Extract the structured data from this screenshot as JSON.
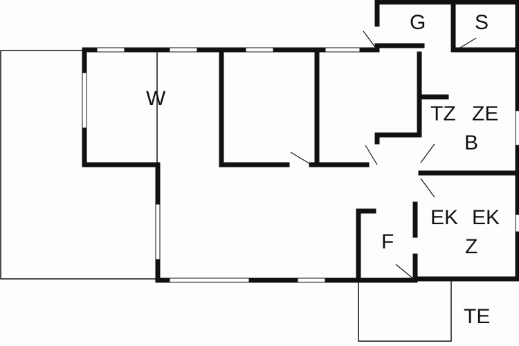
{
  "rooms": {
    "w": "W",
    "g": "G",
    "s": "S",
    "tz": "TZ",
    "ze": "ZE",
    "b": "B",
    "ek1": "EK",
    "ek2": "EK",
    "z": "Z",
    "f": "F",
    "te": "TE"
  },
  "colors": {
    "wall": "#111111",
    "background": "#fdfdfd"
  }
}
